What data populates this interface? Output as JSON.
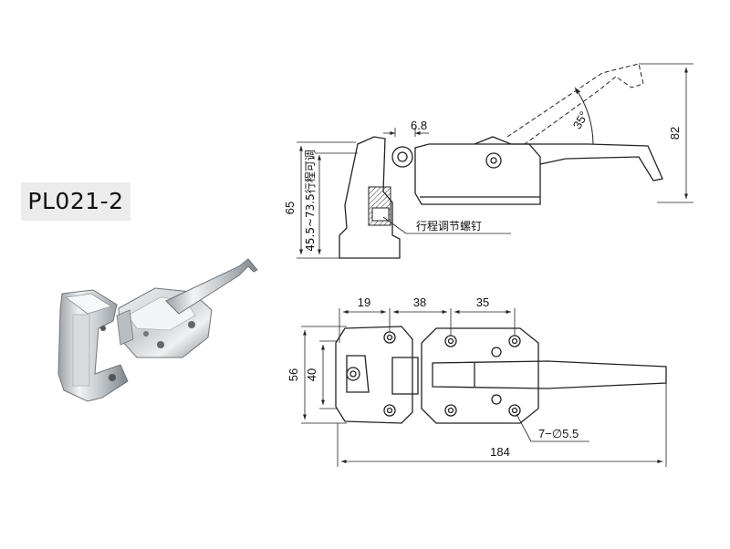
{
  "product_code": "PL021-2",
  "side_view": {
    "dim_top": "6.8",
    "dim_height": "65",
    "dim_stroke_range": "45.5~73.5行程可调",
    "dim_right": "82",
    "angle": "35°",
    "note_screw": "行程调节螺钉"
  },
  "top_view": {
    "dim_a": "19",
    "dim_b": "38",
    "dim_c": "35",
    "dim_outer_height": "56",
    "dim_inner_height": "40",
    "dim_holes": "7−∅5.5",
    "dim_total": "184"
  },
  "colors": {
    "line": "#222222",
    "label_bg": "#ececec",
    "metal_light": "#e6e8ea",
    "metal_dark": "#8a9096"
  }
}
